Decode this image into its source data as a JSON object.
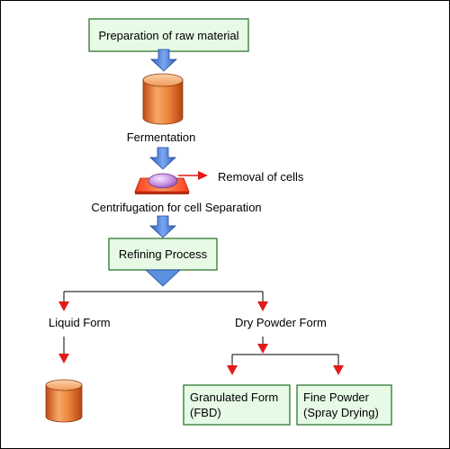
{
  "diagram": {
    "steps": {
      "raw_material": "Preparation of raw material",
      "fermentation": "Fermentation",
      "removal": "Removal of cells",
      "centrifugation": "Centrifugation for cell Separation",
      "refining": "Refining Process",
      "liquid": "Liquid Form",
      "dry_powder": "Dry Powder Form",
      "granulated_line1": "Granulated Form",
      "granulated_line2": "(FBD)",
      "fine_line1": "Fine Powder",
      "fine_line2": "(Spray Drying)"
    },
    "colors": {
      "box_fill": "#e6fae6",
      "box_stroke": "#1f6b1f",
      "big_arrow": "#5b8fe0",
      "red_arrow": "#e31a1a",
      "cylinder": "#e8722a"
    }
  }
}
